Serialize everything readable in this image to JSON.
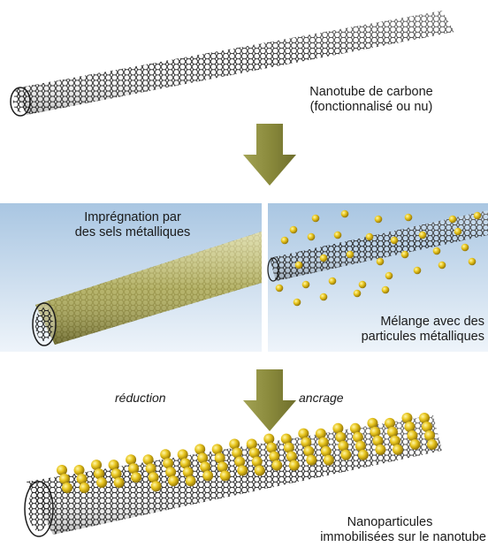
{
  "top": {
    "caption_line1": "Nanotube de carbone",
    "caption_line2": "(fonctionnalisé ou nu)"
  },
  "panel_left": {
    "caption_line1": "Imprégnation par",
    "caption_line2": "des sels métalliques"
  },
  "panel_right": {
    "caption_line1": "Mélange avec des",
    "caption_line2": "particules métalliques"
  },
  "arrow_labels": {
    "left": "réduction",
    "right": "ancrage"
  },
  "bottom": {
    "caption_line1": "Nanoparticules",
    "caption_line2": "immobilisées sur le nanotube"
  },
  "colors": {
    "arrow": "#8a8a3c",
    "panel_gradient_top": "#a9c6e2",
    "panel_gradient_bottom": "#e9f1f9",
    "particle": "#e6c21c",
    "tube_mesh": "#1c1c1c",
    "coating": "#b8b04a"
  }
}
